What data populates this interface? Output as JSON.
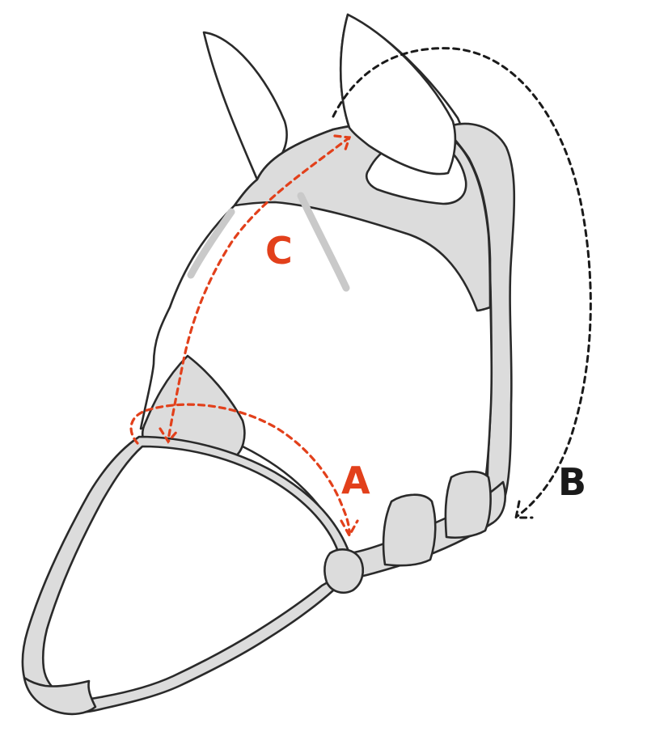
{
  "labels": {
    "a": "A",
    "b": "B",
    "c": "C"
  },
  "colors": {
    "red_measure": "#e2401b",
    "black_measure": "#1a1a1a",
    "band_fill": "#dcdcdc",
    "outline": "#2a2a2a"
  }
}
